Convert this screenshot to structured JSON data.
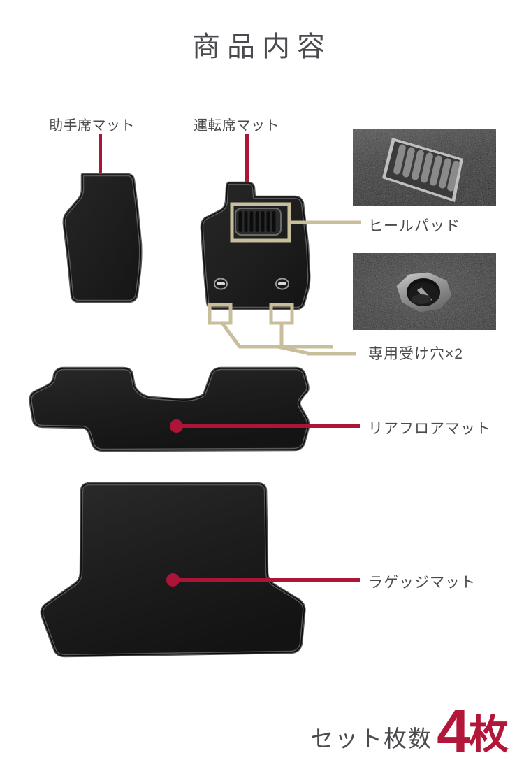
{
  "page": {
    "title": "商品内容",
    "background_color": "#ffffff",
    "accent_color": "#AC1537",
    "callout_color": "#C9BE9B",
    "text_color": "#4a4a4f"
  },
  "labels": {
    "passenger_mat": "助手席マット",
    "driver_mat": "運転席マット",
    "heel_pad": "ヒールパッド",
    "anchor_holes": "専用受け穴×2",
    "rear_floor_mat": "リアフロアマット",
    "luggage_mat": "ラゲッジマット"
  },
  "photos": [
    {
      "name": "heel-pad-photo",
      "caption": "ヒールパッド",
      "subject": "metal heel pad plate with 7 ribs on black carpet"
    },
    {
      "name": "anchor-hole-photo",
      "caption": "専用受け穴×2",
      "subject": "octagonal metal grommet anchor hole on black carpet"
    }
  ],
  "products": [
    {
      "name": "passenger-mat",
      "label": "助手席マット"
    },
    {
      "name": "driver-mat",
      "label": "運転席マット"
    },
    {
      "name": "rear-floor-mat",
      "label": "リアフロアマット"
    },
    {
      "name": "luggage-mat",
      "label": "ラゲッジマット"
    }
  ],
  "features": [
    {
      "name": "heel-pad",
      "label": "ヒールパッド"
    },
    {
      "name": "anchor-holes",
      "label": "専用受け穴×2"
    }
  ],
  "set_count": {
    "prefix": "セット枚数",
    "value": "4",
    "unit": "枚"
  }
}
